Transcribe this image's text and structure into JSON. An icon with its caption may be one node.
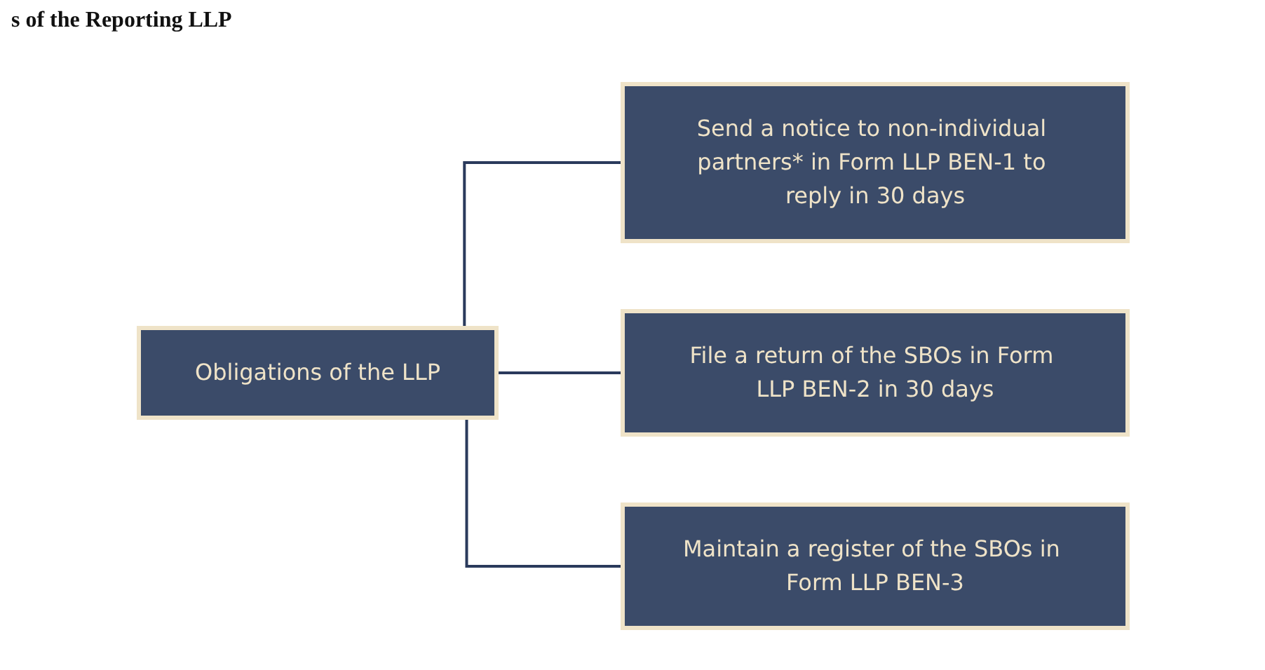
{
  "diagram": {
    "title": "s of the Reporting LLP",
    "nodes": [
      {
        "text": [
          "Obligations of the LLP"
        ]
      },
      {
        "text": [
          "Send a notice to non-individual partners* in Form LLP BEN-1 to reply in 30 days"
        ]
      },
      {
        "text": [
          "File a return of the SBOs in Form LLP BEN-2 in 30 days"
        ]
      },
      {
        "text": [
          "Maintain a register of the SBOs in Form LLP BEN-3"
        ]
      }
    ],
    "edges": [
      {
        "from": 0,
        "to": 1,
        "arrow": "none"
      },
      {
        "from": 0,
        "to": 2,
        "arrow": "none"
      },
      {
        "from": 0,
        "to": 3,
        "arrow": "none"
      }
    ]
  }
}
